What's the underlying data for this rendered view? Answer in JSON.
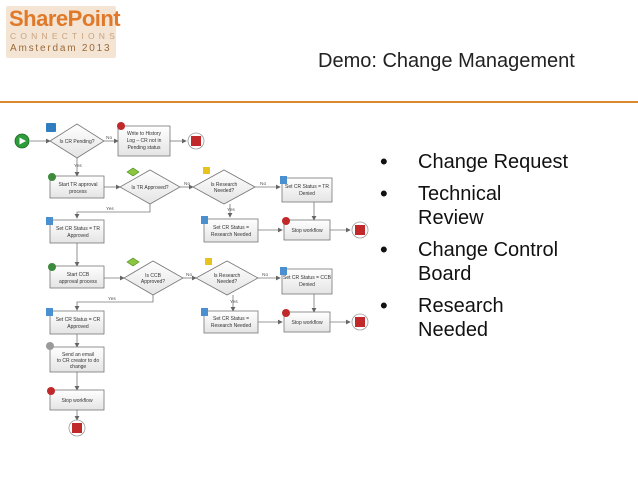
{
  "logo": {
    "line1": "SharePoint",
    "line2": "CONNECTIONS",
    "line3": "Amsterdam 2013"
  },
  "title": "Demo: Change Management",
  "bullets": [
    {
      "line1": "Change Request",
      "line2": ""
    },
    {
      "line1": "Technical",
      "line2": "Review"
    },
    {
      "line1": "Change Control",
      "line2": "Board"
    },
    {
      "line1": "Research",
      "line2": "Needed"
    }
  ],
  "workflow": {
    "decision_pending": "Is CR Pending?",
    "write_history_1": "Write to History",
    "write_history_2": "Log – CR not in",
    "write_history_3": "Pending status",
    "start_tr_1": "Start TR approval",
    "start_tr_2": "process",
    "decision_tr": "Is TR Approved?",
    "decision_research_1": "Is Research",
    "decision_research_2": "Needed?",
    "set_tr_denied_1": "Set CR Status = TR",
    "set_tr_denied_2": "Denied",
    "set_tr_approved_1": "Set CR Status = TR",
    "set_tr_approved_2": "Approved",
    "set_research_1": "Set CR Status =",
    "set_research_2": "Research Needed",
    "stop_workflow": "Stop workflow",
    "start_ccb_1": "Start CCB",
    "start_ccb_2": "approval process",
    "decision_ccb_1": "Is CCB",
    "decision_ccb_2": "Approved?",
    "set_ccb_denied_1": "Set CR Status = CCB",
    "set_ccb_denied_2": "Denied",
    "set_ccb_approved_1": "Set CR Status = CR",
    "set_ccb_approved_2": "Approved",
    "send_email_1": "Send an email",
    "send_email_2": "to CR creator to do",
    "send_email_3": "change",
    "yes": "Yes",
    "no": "No"
  },
  "colors": {
    "accent_rule": "#d98a2e",
    "logo_orange": "#e07a2a",
    "start_green": "#2e9c3a",
    "stop_red": "#c0282a"
  }
}
